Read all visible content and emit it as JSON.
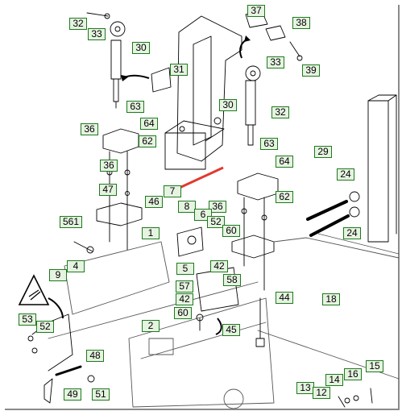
{
  "diagram": {
    "callouts": [
      {
        "id": "c37",
        "label": "37"
      },
      {
        "id": "c38",
        "label": "38"
      },
      {
        "id": "c39",
        "label": "39"
      },
      {
        "id": "c32a",
        "label": "32"
      },
      {
        "id": "c33a",
        "label": "33"
      },
      {
        "id": "c30a",
        "label": "30"
      },
      {
        "id": "c31",
        "label": "31"
      },
      {
        "id": "c33b",
        "label": "33"
      },
      {
        "id": "c32b",
        "label": "32"
      },
      {
        "id": "c30b",
        "label": "30"
      },
      {
        "id": "c63a",
        "label": "63"
      },
      {
        "id": "c36a",
        "label": "36"
      },
      {
        "id": "c64a",
        "label": "64"
      },
      {
        "id": "c62a",
        "label": "62"
      },
      {
        "id": "c63b",
        "label": "63"
      },
      {
        "id": "c36b",
        "label": "36"
      },
      {
        "id": "c29",
        "label": "29"
      },
      {
        "id": "c64b",
        "label": "64"
      },
      {
        "id": "c24a",
        "label": "24"
      },
      {
        "id": "c47",
        "label": "47"
      },
      {
        "id": "c7",
        "label": "7"
      },
      {
        "id": "c62b",
        "label": "62"
      },
      {
        "id": "c46",
        "label": "46"
      },
      {
        "id": "c8",
        "label": "8"
      },
      {
        "id": "c36c",
        "label": "36"
      },
      {
        "id": "c6",
        "label": "6"
      },
      {
        "id": "c561",
        "label": "561"
      },
      {
        "id": "c52a",
        "label": "52"
      },
      {
        "id": "c60a",
        "label": "60"
      },
      {
        "id": "c24b",
        "label": "24"
      },
      {
        "id": "c1",
        "label": "1"
      },
      {
        "id": "c5",
        "label": "5"
      },
      {
        "id": "c42a",
        "label": "42"
      },
      {
        "id": "c4",
        "label": "4"
      },
      {
        "id": "c9",
        "label": "9"
      },
      {
        "id": "c58",
        "label": "58"
      },
      {
        "id": "c57",
        "label": "57"
      },
      {
        "id": "c18",
        "label": "18"
      },
      {
        "id": "c42b",
        "label": "42"
      },
      {
        "id": "c44",
        "label": "44"
      },
      {
        "id": "c53",
        "label": "53"
      },
      {
        "id": "c60b",
        "label": "60"
      },
      {
        "id": "c52b",
        "label": "52"
      },
      {
        "id": "c2",
        "label": "2"
      },
      {
        "id": "c45",
        "label": "45"
      },
      {
        "id": "c48",
        "label": "48"
      },
      {
        "id": "c16",
        "label": "16"
      },
      {
        "id": "c15",
        "label": "15"
      },
      {
        "id": "c14",
        "label": "14"
      },
      {
        "id": "c13",
        "label": "13"
      },
      {
        "id": "c12",
        "label": "12"
      },
      {
        "id": "c49",
        "label": "49"
      },
      {
        "id": "c51",
        "label": "51"
      }
    ],
    "plain_labels": [
      {
        "id": "t1",
        "label": "1"
      },
      {
        "id": "t2",
        "label": "2"
      },
      {
        "id": "t18",
        "label": "18"
      },
      {
        "id": "t16",
        "label": "16"
      },
      {
        "id": "t13",
        "label": "13"
      },
      {
        "id": "t14",
        "label": "14"
      },
      {
        "id": "t12",
        "label": "12"
      }
    ],
    "accent_color": "#1d7a1d",
    "callout_fill": "#e6f3e1",
    "arrow_color": "#e03a2f"
  }
}
